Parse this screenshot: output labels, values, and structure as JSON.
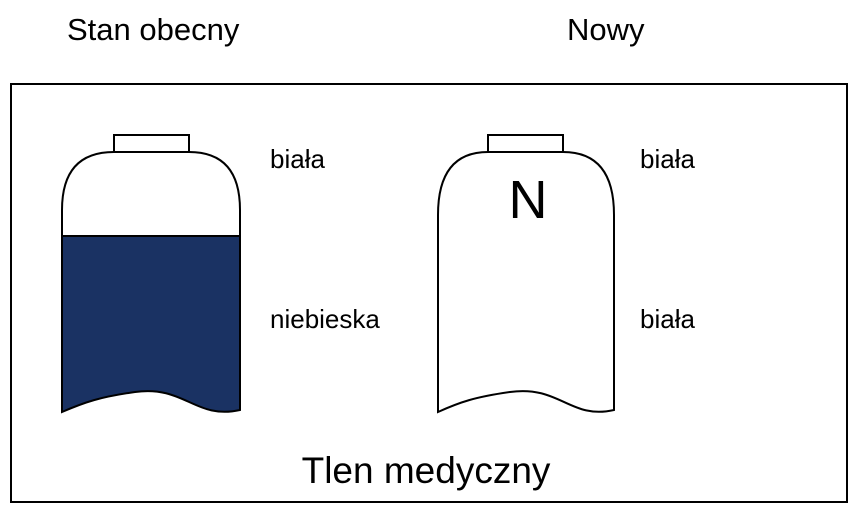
{
  "headings": {
    "current": "Stan obecny",
    "new": "Nowy"
  },
  "current_cylinder": {
    "shoulder_label": "biała",
    "body_label": "niebieska",
    "shoulder_color": "#ffffff",
    "body_color": "#1a3263"
  },
  "new_cylinder": {
    "marking": "N",
    "shoulder_label": "biała",
    "body_label": "biała",
    "shoulder_color": "#ffffff",
    "body_color": "#ffffff"
  },
  "footer": {
    "title": "Tlen medyczny"
  },
  "colors": {
    "outline": "#000000",
    "blue": "#1a3263",
    "white": "#ffffff"
  }
}
